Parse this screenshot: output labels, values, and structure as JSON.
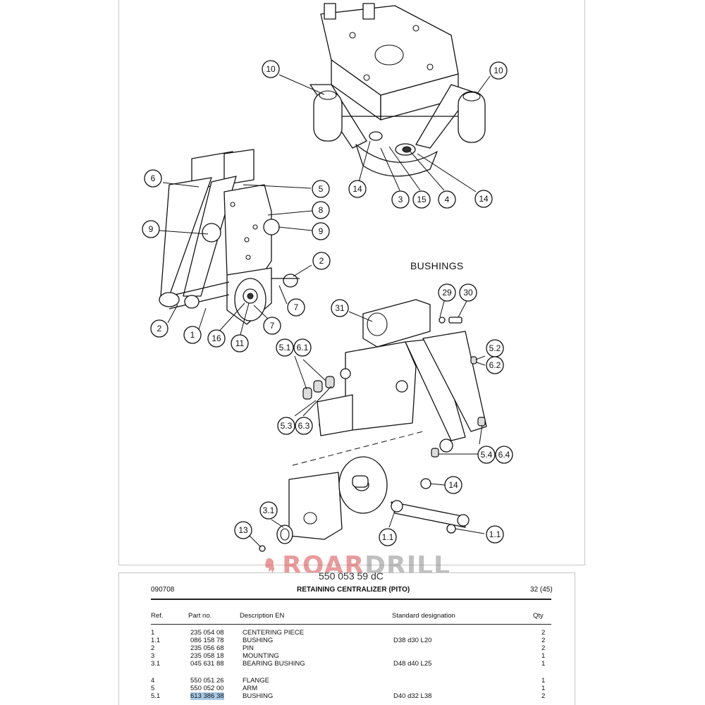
{
  "drawing": {
    "bushings_label": "BUSHINGS",
    "callouts": {
      "c10a": "10",
      "c10b": "10",
      "c14a": "14",
      "c3": "3",
      "c15": "15",
      "c4": "4",
      "c14b": "14",
      "c6": "6",
      "c5": "5",
      "c8": "8",
      "c9a": "9",
      "c9b": "9",
      "c2a": "2",
      "c7a": "7",
      "c7b": "7",
      "c2b": "2",
      "c1": "1",
      "c16": "16",
      "c11": "11",
      "c31": "31",
      "c29": "29",
      "c30": "30",
      "c51a": "5.1",
      "c61a": "6.1",
      "c52": "5.2",
      "c62": "6.2",
      "c53": "5.3",
      "c63": "6.3",
      "c54": "5.4",
      "c64": "6.4",
      "c14c": "14",
      "c31b": "3.1",
      "c13": "13",
      "c11a": "1.1",
      "c11b": "1.1"
    }
  },
  "watermark": {
    "roar": "ROAR",
    "drill": "DRILL"
  },
  "document_number": "550 053 59 dC",
  "header": {
    "date": "090708",
    "title": "RETAINING CENTRALIZER (PITO)",
    "page": "32 (45)"
  },
  "table": {
    "columns": {
      "ref": "Ref.",
      "part": "Part no.",
      "desc": "Description EN",
      "std": "Standard designation",
      "qty": "Qty"
    },
    "rows": [
      {
        "ref": "1",
        "part": "235 054 08",
        "desc": "CENTERING PIECE",
        "std": "",
        "qty": "2"
      },
      {
        "ref": "1.1",
        "part": "086 158 78",
        "desc": "BUSHING",
        "std": "D38 d30 L20",
        "qty": "2"
      },
      {
        "ref": "2",
        "part": "235 056 68",
        "desc": "PIN",
        "std": "",
        "qty": "2"
      },
      {
        "ref": "3",
        "part": "235 058 18",
        "desc": "MOUNTING",
        "std": "",
        "qty": "1"
      },
      {
        "ref": "3.1",
        "part": "045 631 88",
        "desc": "BEARING BUSHING",
        "std": "D48 d40 L25",
        "qty": "1"
      },
      {
        "ref": "4",
        "part": "550 051 26",
        "desc": "FLANGE",
        "std": "",
        "qty": "1"
      },
      {
        "ref": "5",
        "part": "550 052 00",
        "desc": "ARM",
        "std": "",
        "qty": "1"
      },
      {
        "ref": "5.1",
        "part": "613 386 38",
        "desc": "BUSHING",
        "std": "D40 d32 L38",
        "qty": "2"
      }
    ]
  }
}
